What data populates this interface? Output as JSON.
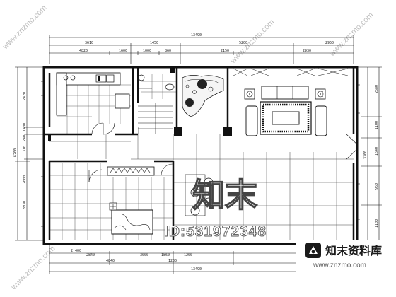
{
  "dims": {
    "top_total": "13490",
    "top_sub": [
      "3610",
      "1450",
      "5200",
      "2950"
    ],
    "top_inner": [
      "4820",
      "1600",
      "1000",
      "860",
      "2150",
      "2930"
    ],
    "left": [
      "2420",
      "1400",
      "240",
      "1310",
      "6200",
      "3930",
      "2000"
    ],
    "right": [
      "2680",
      "1100",
      "1640",
      "960",
      "3300",
      "1100"
    ],
    "bottom_inner": [
      "2.400",
      "2840",
      "3000",
      "1860",
      "1200"
    ],
    "bottom_sub": [
      "4840",
      "1200"
    ],
    "bottom_total": "13490"
  },
  "watermark": {
    "logo_text": "知末",
    "id_text": "ID:531972348",
    "site_diag": "www.znzmo.com",
    "brand_cn": "知末资料库",
    "brand_url": "www.znzmo.com"
  },
  "colors": {
    "line": "#111111",
    "watermark_gray": "#bdbdbd"
  }
}
